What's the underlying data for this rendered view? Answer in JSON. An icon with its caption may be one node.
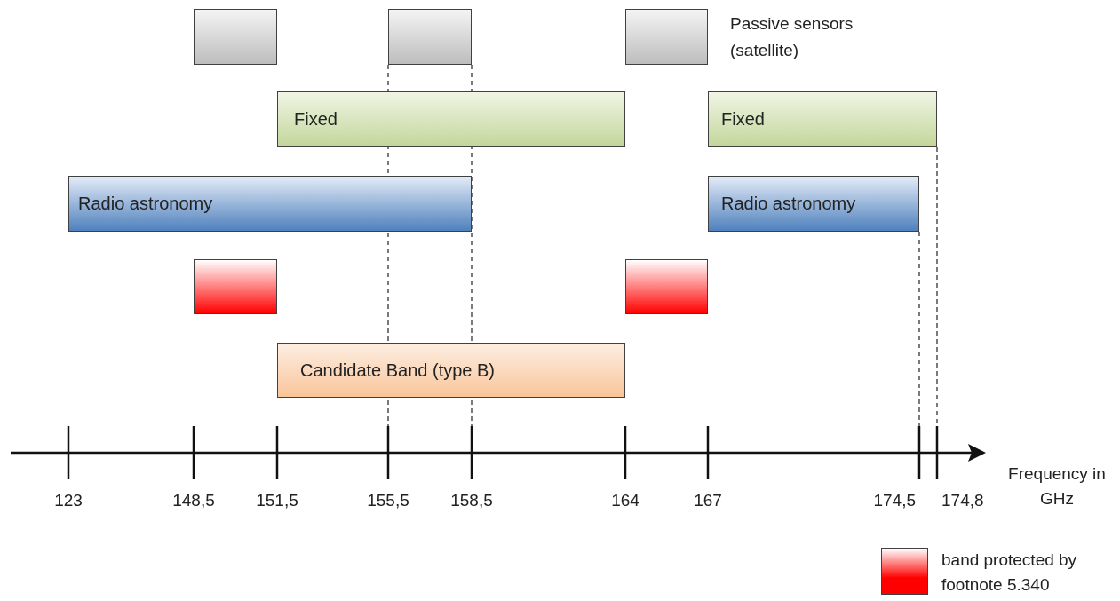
{
  "diagram": {
    "nodes": [
      {
        "text": [],
        "shape": "bar"
      },
      {
        "text": [],
        "shape": "bar"
      },
      {
        "text": [],
        "shape": "bar",
        "beside": [
          "Passive sensors (satellite)"
        ]
      },
      {
        "text": [
          "Fixed"
        ]
      },
      {
        "text": [
          "Fixed"
        ]
      },
      {
        "text": [
          "Radio astronomy"
        ]
      },
      {
        "text": [
          "Radio astronomy"
        ]
      },
      {
        "text": [],
        "shape": "bar"
      },
      {
        "text": [],
        "shape": "bar"
      },
      {
        "text": [
          "Candidate Band (type B)"
        ]
      }
    ],
    "labels": [
      "123",
      "148,5",
      "151,5",
      "155,5",
      "158,5",
      "164",
      "167",
      "174,5",
      "174,8",
      "Frequency in GHz"
    ],
    "legend": [
      {
        "text": "band protected by footnote 5.340",
        "color": "#ff0000"
      }
    ]
  }
}
